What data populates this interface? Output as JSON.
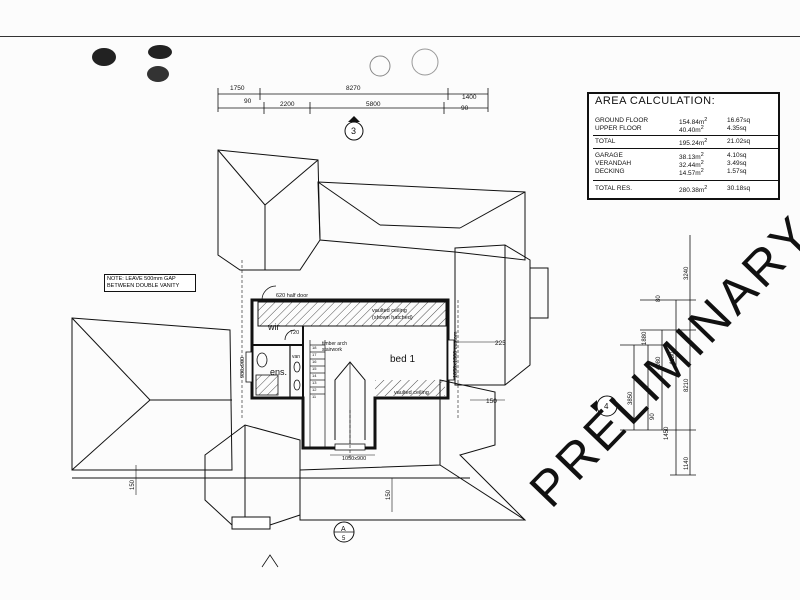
{
  "area_calc": {
    "title": "AREA CALCULATION:",
    "rows": [
      {
        "label": "GROUND FLOOR",
        "m2": "154.84m",
        "sq": "16.67sq"
      },
      {
        "label": "UPPER FLOOR",
        "m2": "40.40m",
        "sq": "4.35sq"
      },
      {
        "label": "TOTAL",
        "m2": "195.24m",
        "sq": "21.02sq"
      },
      {
        "label": "GARAGE",
        "m2": "38.13m",
        "sq": "4.10sq"
      },
      {
        "label": "VERANDAH",
        "m2": "32.44m",
        "sq": "3.49sq"
      },
      {
        "label": "DECKING",
        "m2": "14.57m",
        "sq": "1.57sq"
      },
      {
        "label": "TOTAL RES.",
        "m2": "280.38m",
        "sq": "30.18sq"
      }
    ],
    "sup": "2"
  },
  "dims_top": {
    "d1750": "1750",
    "d8270": "8270",
    "d1400": "1400",
    "d90a": "90",
    "d2200": "2200",
    "d5800": "5800",
    "d90b": "90"
  },
  "dims_right": {
    "d3240": "3240",
    "d80": "80",
    "d1880": "1880",
    "d4080": "4080",
    "d4280": "4280",
    "d8210": "8210",
    "d3850": "3850",
    "d90": "90",
    "d1450": "1450",
    "d1140": "1140"
  },
  "labels": {
    "wir": "wir",
    "ens": "ens.",
    "bed1": "bed 1",
    "vault1": "vaulted ceiling",
    "vault1b": "(shown hatched)",
    "vault2": "vaulted ceiling",
    "half_door": "620 half door",
    "d720": "720",
    "timber_arch": "timber arch",
    "stairwork": "stairwork",
    "win_left": "980x900",
    "win_bottom": "1050x900",
    "win_right": "1050x1300 custom",
    "d225": "225",
    "d150a": "150",
    "d150b": "150",
    "d150c": "150",
    "van": "van",
    "note": "NOTE: LEAVE 500mm GAP BETWEEN DOUBLE VANITY",
    "stair_nums": [
      "18",
      "17",
      "16",
      "15",
      "14",
      "13",
      "12",
      "11"
    ]
  },
  "markers": {
    "sec3": "3",
    "sec4": "4",
    "secA": "A",
    "secA5": "5"
  },
  "stamp": "PRELIMINARY"
}
